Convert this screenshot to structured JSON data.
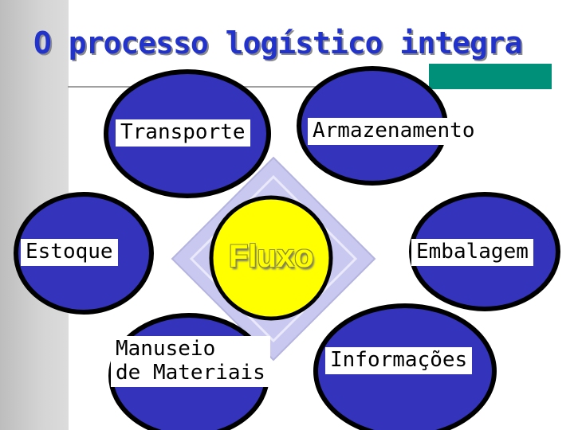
{
  "title": "O processo logístico integra",
  "colors": {
    "title": "#2233cc",
    "circle_fill": "#3333bb",
    "circle_border": "#000000",
    "center_fill": "#ffff00",
    "diamond": "#c8c8f0",
    "accent_green": "#00907a",
    "accent_gray": "#a0a0a0"
  },
  "center": {
    "label": "Fluxo"
  },
  "nodes": [
    {
      "id": "transporte",
      "label": "Transporte"
    },
    {
      "id": "armazenamento",
      "label": "Armazenamento"
    },
    {
      "id": "estoque",
      "label": "Estoque"
    },
    {
      "id": "embalagem",
      "label": "Embalagem"
    },
    {
      "id": "manuseio",
      "label": "Manuseio\nde Materiais"
    },
    {
      "id": "informacoes",
      "label": "Informações"
    }
  ]
}
